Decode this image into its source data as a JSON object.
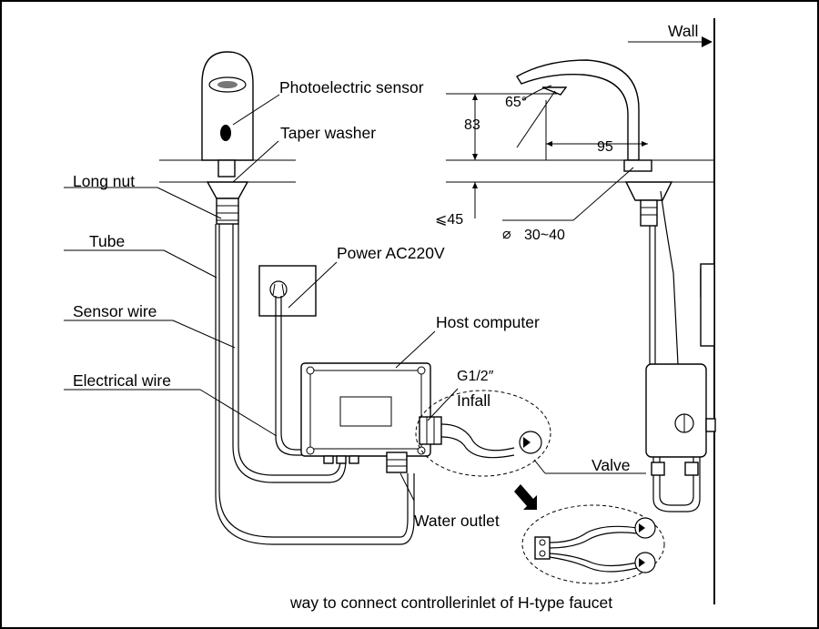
{
  "labels": {
    "wall": "Wall",
    "photoelectric_sensor": "Photoelectric sensor",
    "taper_washer": "Taper washer",
    "long_nut": "Long nut",
    "tube": "Tube",
    "sensor_wire": "Sensor wire",
    "electrical_wire": "Electrical wire",
    "power": "Power AC220V",
    "host_computer": "Host computer",
    "thread": "G1/2″",
    "infall": "Infall",
    "valve": "Valve",
    "water_outlet": "Water outlet",
    "caption": "way to connect controllerinlet of H-type faucet"
  },
  "dimensions": {
    "angle": "65°",
    "height": "83",
    "reach": "95",
    "deck_thickness": "⩽45",
    "hole_diameter": "30~40",
    "diameter_symbol": "⌀"
  }
}
